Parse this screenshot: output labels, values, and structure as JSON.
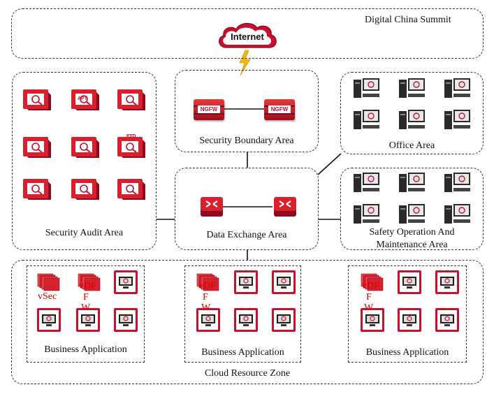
{
  "summit": {
    "title": "Digital China Summit"
  },
  "internet": {
    "label": "Internet"
  },
  "areas": {
    "security_boundary": {
      "label": "Security Boundary Area",
      "device_label": "NGFW"
    },
    "data_exchange": {
      "label": "Data Exchange Area"
    },
    "security_audit": {
      "label": "Security Audit Area",
      "badges": {
        "apt": "APT",
        "ftd": "FTD"
      }
    },
    "office": {
      "label": "Office Area"
    },
    "safety_ops": {
      "label_line1": "Safety Operation And",
      "label_line2": "Maintenance Area"
    }
  },
  "cloud": {
    "label": "Cloud Resource Zone",
    "clusters": [
      {
        "label": "Business Application",
        "vsec": "vSec",
        "vdf1": "vDF",
        "vdf2": "F",
        "vdf3": "W"
      },
      {
        "label": "Business Application",
        "vdf1": "vDF",
        "vdf2": "F",
        "vdf3": "W"
      },
      {
        "label": "Business Application",
        "vdf1": "vDF",
        "vdf2": "F",
        "vdf3": "W"
      }
    ]
  },
  "colors": {
    "red": "#c8102e",
    "dark_red": "#8e0b1f",
    "bolt": "#f5b800",
    "border": "#333333"
  }
}
